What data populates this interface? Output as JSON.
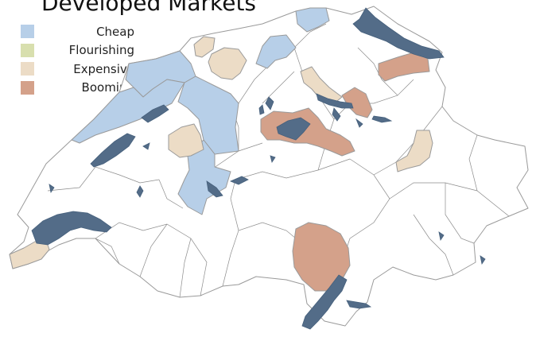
{
  "title": "Developed Markets",
  "legend": {
    "items": [
      {
        "label": "Cheap",
        "color": "#b7cfe8"
      },
      {
        "label": "Flourishing",
        "color": "#d8dfae"
      },
      {
        "label": "Expensive",
        "color": "#ecdcc6"
      },
      {
        "label": "Booming",
        "color": "#d4a18a"
      }
    ]
  },
  "colors": {
    "lake": "#536c88",
    "neutral": "#ffffff",
    "border": "#9a9a9a"
  },
  "regions": [
    {
      "id": "north-jura",
      "category": "Cheap"
    },
    {
      "id": "jura-west",
      "category": "Cheap"
    },
    {
      "id": "solothurn",
      "category": "Cheap"
    },
    {
      "id": "bern-south",
      "category": "Cheap"
    },
    {
      "id": "aargau-west",
      "category": "Cheap"
    },
    {
      "id": "schaffhausen",
      "category": "Cheap"
    },
    {
      "id": "basel",
      "category": "Expensive"
    },
    {
      "id": "basel-land",
      "category": "Expensive"
    },
    {
      "id": "fribourg",
      "category": "Expensive"
    },
    {
      "id": "zug-zurich",
      "category": "Expensive"
    },
    {
      "id": "graubuenden",
      "category": "Expensive"
    },
    {
      "id": "geneva",
      "category": "Expensive"
    },
    {
      "id": "st-gallen",
      "category": "Booming"
    },
    {
      "id": "schwyz",
      "category": "Booming"
    },
    {
      "id": "lucerne-nidwalden",
      "category": "Booming"
    },
    {
      "id": "ticino",
      "category": "Booming"
    }
  ]
}
